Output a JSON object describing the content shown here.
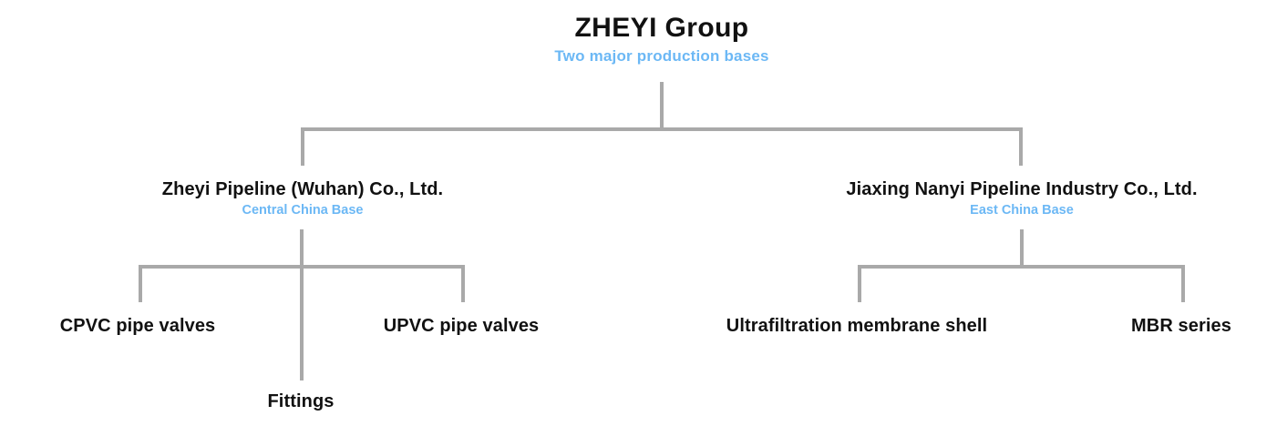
{
  "diagram": {
    "type": "organization-tree",
    "orientation": "top-down",
    "line_color": "#a9a9a9",
    "accent_color": "#6cb8f5",
    "text_color": "#111111"
  },
  "root": {
    "title": "ZHEYI Group",
    "subtitle": "Two major production bases"
  },
  "branches": [
    {
      "title": "Zheyi Pipeline (Wuhan) Co., Ltd.",
      "subtitle": "Central China Base",
      "children": [
        {
          "title": "CPVC pipe valves"
        },
        {
          "title": "Fittings"
        },
        {
          "title": "UPVC pipe valves"
        }
      ]
    },
    {
      "title": "Jiaxing Nanyi Pipeline Industry Co., Ltd.",
      "subtitle": "East China Base",
      "children": [
        {
          "title": "Ultrafiltration membrane shell"
        },
        {
          "title": "MBR series"
        }
      ]
    }
  ]
}
